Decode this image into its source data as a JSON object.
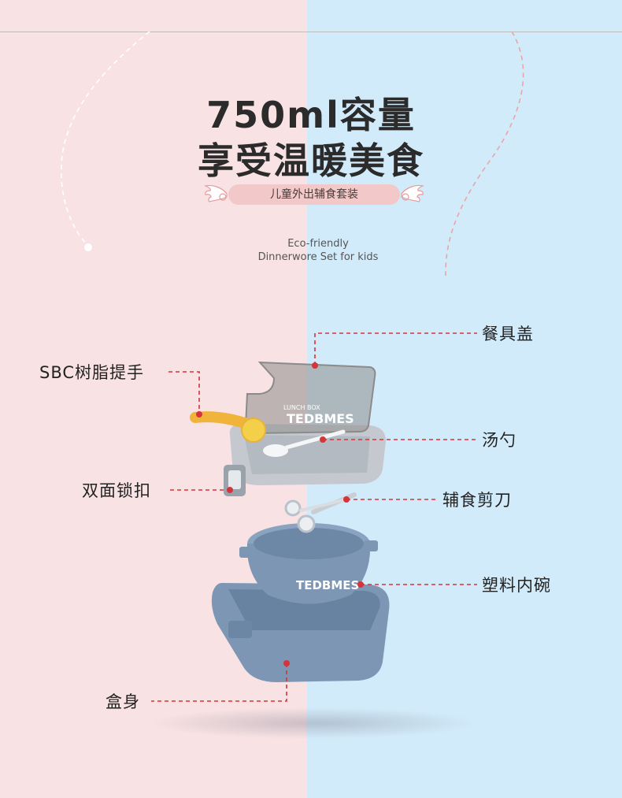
{
  "headline": {
    "line1": "750ml容量",
    "line2": "享受温暖美食",
    "tag": "儿童外出辅食套装",
    "english_line1": "Eco-friendly",
    "english_line2": "Dinnerwore Set for kids"
  },
  "product": {
    "lid_print_small": "LUNCH BOX",
    "lid_brand": "TEDBMES",
    "bowl_brand": "TEDBMES"
  },
  "callouts": {
    "lid": "餐具盖",
    "handle": "SBC树脂提手",
    "spoon": "汤勺",
    "lock": "双面锁扣",
    "scissors": "辅食剪刀",
    "inner_bowl": "塑料内碗",
    "box_body": "盒身"
  },
  "colors": {
    "left_bg": "#f8e2e3",
    "right_bg": "#d2ebfa",
    "callout_red": "#d4343a",
    "product_blue": "#7d96b4",
    "product_grey": "#c5c9cf",
    "handle_yellow": "#f0b43b"
  }
}
